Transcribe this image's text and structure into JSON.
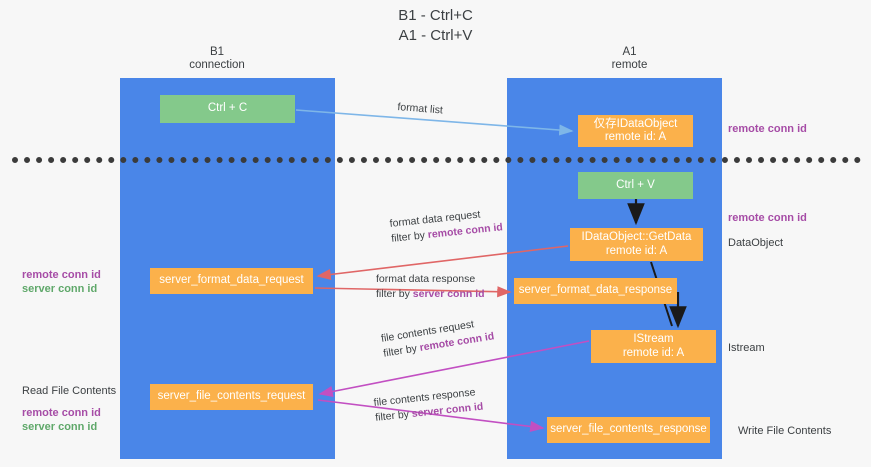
{
  "title": {
    "line1": "B1 - Ctrl+C",
    "line2": "A1 - Ctrl+V"
  },
  "lanes": [
    {
      "id": "b1",
      "name": "B1",
      "role": "connection"
    },
    {
      "id": "a1",
      "name": "A1",
      "role": "remote"
    }
  ],
  "nodes": {
    "ctrl_c": {
      "label": "Ctrl + C",
      "color": "#84c98b"
    },
    "idataobject": {
      "label": "仅存IDataObject",
      "sub": "remote id: A",
      "color": "#fbb14b"
    },
    "ctrl_v": {
      "label": "Ctrl + V",
      "color": "#84c98b"
    },
    "getdata": {
      "label": "IDataObject::GetData",
      "sub": "remote id: A",
      "color": "#fbb14b"
    },
    "server_format_data_request": {
      "label": "server_format_data_request",
      "color": "#fbb14b"
    },
    "server_format_data_response": {
      "label": "server_format_data_response",
      "color": "#fbb14b"
    },
    "istream": {
      "label": "IStream",
      "sub": "remote id: A",
      "color": "#fbb14b"
    },
    "server_file_contents_request": {
      "label": "server_file_contents_request",
      "color": "#fbb14b"
    },
    "server_file_contents_response": {
      "label": "server_file_contents_response",
      "color": "#fbb14b"
    }
  },
  "edges": {
    "format_list": {
      "line1": "format list",
      "color": "#7eb6e8"
    },
    "format_data_request": {
      "line1": "format data request",
      "filter_prefix": "filter by ",
      "filter_key": "remote conn id",
      "color": "#e06666"
    },
    "format_data_response": {
      "line1": "format data response",
      "filter_prefix": "filter by ",
      "filter_key": "server conn id",
      "color": "#e06666"
    },
    "file_contents_request": {
      "line1": "file contents request",
      "filter_prefix": "filter by ",
      "filter_key": "remote conn id",
      "color": "#c24fc2"
    },
    "file_contents_response": {
      "line1": "file contents response",
      "filter_prefix": "filter by ",
      "filter_key": "server conn id",
      "color": "#c24fc2"
    }
  },
  "annotations": {
    "left_mid": {
      "remote": "remote conn id",
      "server": "server conn id"
    },
    "left_bottom": {
      "heading": "Read File Contents",
      "remote": "remote conn id",
      "server": "server conn id"
    },
    "right_top": {
      "remote": "remote conn id"
    },
    "right_mid": {
      "remote": "remote conn id",
      "heading": "DataObject"
    },
    "right_istream": {
      "heading": "Istream"
    },
    "right_bottom": {
      "heading": "Write File Contents"
    }
  },
  "colors": {
    "lane": "#4a86e8",
    "green": "#84c98b",
    "orange": "#fbb14b",
    "purple": "#a64ca6",
    "green_text": "#5fa86a",
    "divider": "#3b3b3b",
    "background": "#f7f7f7"
  }
}
